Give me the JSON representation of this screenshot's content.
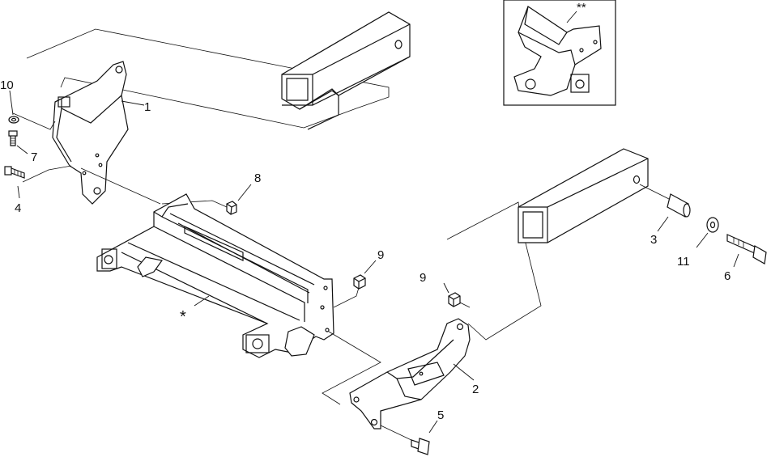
{
  "diagram": {
    "callouts": {
      "c1": "1",
      "c2": "2",
      "c3": "3",
      "c4": "4",
      "c5": "5",
      "c6": "6",
      "c7": "7",
      "c8": "8",
      "c9a": "9",
      "c9b": "9",
      "c10": "10",
      "c11": "11",
      "star": "*",
      "double_star": "**"
    }
  }
}
